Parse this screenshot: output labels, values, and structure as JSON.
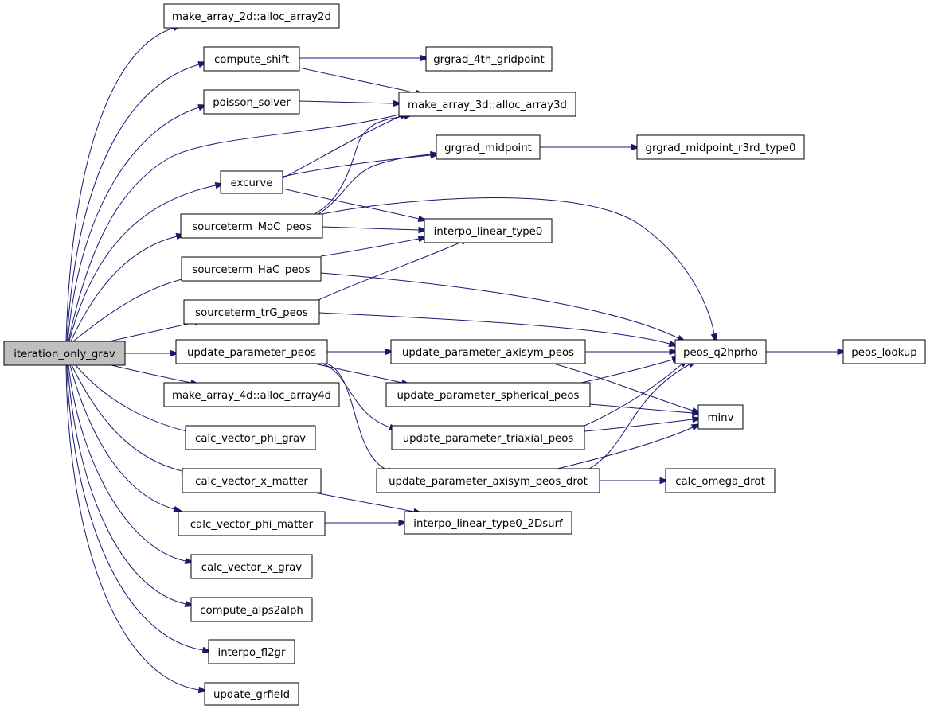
{
  "graph": {
    "nodes": [
      {
        "id": "iteration_only_grav",
        "label": "iteration_only_grav",
        "root": true
      },
      {
        "id": "alloc_array2d",
        "label": "make_array_2d::alloc_array2d"
      },
      {
        "id": "compute_shift",
        "label": "compute_shift"
      },
      {
        "id": "poisson_solver",
        "label": "poisson_solver"
      },
      {
        "id": "excurve",
        "label": "excurve"
      },
      {
        "id": "sourceterm_MoC_peos",
        "label": "sourceterm_MoC_peos"
      },
      {
        "id": "sourceterm_HaC_peos",
        "label": "sourceterm_HaC_peos"
      },
      {
        "id": "sourceterm_trG_peos",
        "label": "sourceterm_trG_peos"
      },
      {
        "id": "update_parameter_peos",
        "label": "update_parameter_peos"
      },
      {
        "id": "alloc_array4d",
        "label": "make_array_4d::alloc_array4d"
      },
      {
        "id": "calc_vector_phi_grav",
        "label": "calc_vector_phi_grav"
      },
      {
        "id": "calc_vector_x_matter",
        "label": "calc_vector_x_matter"
      },
      {
        "id": "calc_vector_phi_matter",
        "label": "calc_vector_phi_matter"
      },
      {
        "id": "calc_vector_x_grav",
        "label": "calc_vector_x_grav"
      },
      {
        "id": "compute_alps2alph",
        "label": "compute_alps2alph"
      },
      {
        "id": "interpo_fl2gr",
        "label": "interpo_fl2gr"
      },
      {
        "id": "update_grfield",
        "label": "update_grfield"
      },
      {
        "id": "grgrad_4th_gridpoint",
        "label": "grgrad_4th_gridpoint"
      },
      {
        "id": "alloc_array3d",
        "label": "make_array_3d::alloc_array3d"
      },
      {
        "id": "grgrad_midpoint",
        "label": "grgrad_midpoint"
      },
      {
        "id": "interpo_linear_type0",
        "label": "interpo_linear_type0"
      },
      {
        "id": "update_parameter_axisym_peos",
        "label": "update_parameter_axisym_peos"
      },
      {
        "id": "update_parameter_spherical_peos",
        "label": "update_parameter_spherical_peos"
      },
      {
        "id": "update_parameter_triaxial_peos",
        "label": "update_parameter_triaxial_peos"
      },
      {
        "id": "update_parameter_axisym_peos_drot",
        "label": "update_parameter_axisym_peos_drot"
      },
      {
        "id": "interpo_linear_type0_2Dsurf",
        "label": "interpo_linear_type0_2Dsurf"
      },
      {
        "id": "grgrad_midpoint_r3rd_type0",
        "label": "grgrad_midpoint_r3rd_type0"
      },
      {
        "id": "peos_q2hprho",
        "label": "peos_q2hprho"
      },
      {
        "id": "minv",
        "label": "minv"
      },
      {
        "id": "calc_omega_drot",
        "label": "calc_omega_drot"
      },
      {
        "id": "peos_lookup",
        "label": "peos_lookup"
      }
    ],
    "edges": [
      {
        "from": "iteration_only_grav",
        "to": "alloc_array2d"
      },
      {
        "from": "iteration_only_grav",
        "to": "compute_shift"
      },
      {
        "from": "iteration_only_grav",
        "to": "poisson_solver"
      },
      {
        "from": "iteration_only_grav",
        "to": "alloc_array3d"
      },
      {
        "from": "iteration_only_grav",
        "to": "excurve"
      },
      {
        "from": "iteration_only_grav",
        "to": "sourceterm_MoC_peos"
      },
      {
        "from": "iteration_only_grav",
        "to": "sourceterm_HaC_peos"
      },
      {
        "from": "iteration_only_grav",
        "to": "sourceterm_trG_peos"
      },
      {
        "from": "iteration_only_grav",
        "to": "update_parameter_peos"
      },
      {
        "from": "iteration_only_grav",
        "to": "alloc_array4d"
      },
      {
        "from": "iteration_only_grav",
        "to": "calc_vector_phi_grav"
      },
      {
        "from": "iteration_only_grav",
        "to": "calc_vector_x_matter"
      },
      {
        "from": "iteration_only_grav",
        "to": "calc_vector_phi_matter"
      },
      {
        "from": "iteration_only_grav",
        "to": "calc_vector_x_grav"
      },
      {
        "from": "iteration_only_grav",
        "to": "compute_alps2alph"
      },
      {
        "from": "iteration_only_grav",
        "to": "interpo_fl2gr"
      },
      {
        "from": "iteration_only_grav",
        "to": "update_grfield"
      },
      {
        "from": "compute_shift",
        "to": "grgrad_4th_gridpoint"
      },
      {
        "from": "compute_shift",
        "to": "alloc_array3d"
      },
      {
        "from": "poisson_solver",
        "to": "alloc_array3d"
      },
      {
        "from": "excurve",
        "to": "alloc_array3d"
      },
      {
        "from": "excurve",
        "to": "grgrad_midpoint"
      },
      {
        "from": "excurve",
        "to": "interpo_linear_type0"
      },
      {
        "from": "sourceterm_MoC_peos",
        "to": "alloc_array3d"
      },
      {
        "from": "sourceterm_MoC_peos",
        "to": "grgrad_midpoint"
      },
      {
        "from": "sourceterm_MoC_peos",
        "to": "interpo_linear_type0"
      },
      {
        "from": "sourceterm_MoC_peos",
        "to": "peos_q2hprho"
      },
      {
        "from": "sourceterm_HaC_peos",
        "to": "interpo_linear_type0"
      },
      {
        "from": "sourceterm_HaC_peos",
        "to": "peos_q2hprho"
      },
      {
        "from": "sourceterm_trG_peos",
        "to": "interpo_linear_type0"
      },
      {
        "from": "sourceterm_trG_peos",
        "to": "peos_q2hprho"
      },
      {
        "from": "grgrad_midpoint",
        "to": "grgrad_midpoint_r3rd_type0"
      },
      {
        "from": "update_parameter_peos",
        "to": "update_parameter_axisym_peos"
      },
      {
        "from": "update_parameter_peos",
        "to": "update_parameter_spherical_peos"
      },
      {
        "from": "update_parameter_peos",
        "to": "update_parameter_triaxial_peos"
      },
      {
        "from": "update_parameter_peos",
        "to": "update_parameter_axisym_peos_drot"
      },
      {
        "from": "update_parameter_axisym_peos",
        "to": "peos_q2hprho"
      },
      {
        "from": "update_parameter_axisym_peos",
        "to": "minv"
      },
      {
        "from": "update_parameter_spherical_peos",
        "to": "peos_q2hprho"
      },
      {
        "from": "update_parameter_spherical_peos",
        "to": "minv"
      },
      {
        "from": "update_parameter_triaxial_peos",
        "to": "peos_q2hprho"
      },
      {
        "from": "update_parameter_triaxial_peos",
        "to": "minv"
      },
      {
        "from": "update_parameter_axisym_peos_drot",
        "to": "peos_q2hprho"
      },
      {
        "from": "update_parameter_axisym_peos_drot",
        "to": "minv"
      },
      {
        "from": "update_parameter_axisym_peos_drot",
        "to": "calc_omega_drot"
      },
      {
        "from": "calc_vector_x_matter",
        "to": "interpo_linear_type0_2Dsurf"
      },
      {
        "from": "calc_vector_phi_matter",
        "to": "interpo_linear_type0_2Dsurf"
      },
      {
        "from": "peos_q2hprho",
        "to": "peos_lookup"
      }
    ],
    "colors": {
      "edge": "#191970",
      "root_fill": "#bfbfbf",
      "node_fill": "#ffffff",
      "node_border": "#000000"
    }
  }
}
